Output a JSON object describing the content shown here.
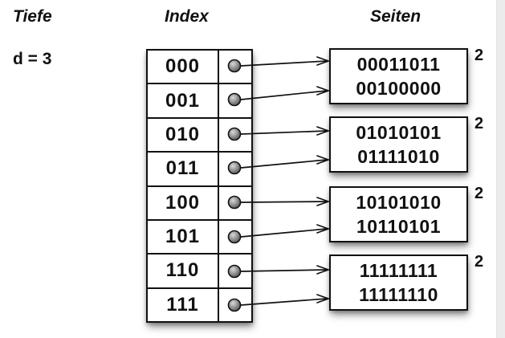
{
  "headers": {
    "tiefe": "Tiefe",
    "index": "Index",
    "seiten": "Seiten"
  },
  "global_depth": "d = 3",
  "index_rows": [
    "000",
    "001",
    "010",
    "011",
    "100",
    "101",
    "110",
    "111"
  ],
  "pages": [
    {
      "values": [
        "00011011",
        "00100000"
      ],
      "local_depth": "2"
    },
    {
      "values": [
        "01010101",
        "01111010"
      ],
      "local_depth": "2"
    },
    {
      "values": [
        "10101010",
        "10110101"
      ],
      "local_depth": "2"
    },
    {
      "values": [
        "11111111",
        "11111110"
      ],
      "local_depth": "2"
    }
  ],
  "colors": {
    "ink": "#111111",
    "background": "#ffffff",
    "edge_strip": "#ececec",
    "dot_highlight": "#d9d9d9",
    "dot_shade": "#4a4a4a"
  }
}
